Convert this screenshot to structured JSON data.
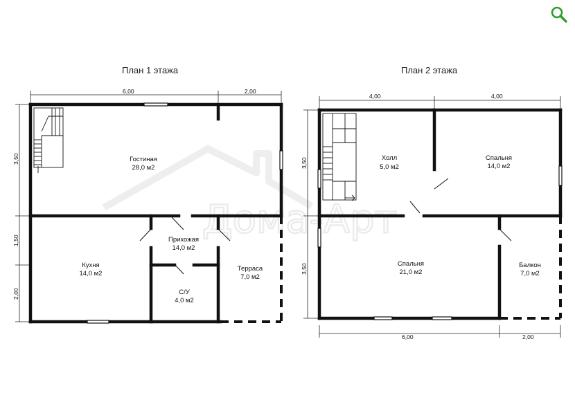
{
  "zoom_icon": "magnifier-icon",
  "accent_color": "#2e9e2e",
  "watermark": "Дома-Арт",
  "plan1": {
    "title": "План 1 этажа",
    "dims": {
      "top_left": "6,00",
      "top_right": "2,00",
      "left_top": "3,50",
      "left_mid": "1,50",
      "left_bot": "2,00"
    },
    "rooms": {
      "living": {
        "name": "Гостиная",
        "area": "28,0 м2"
      },
      "hall": {
        "name": "Прихожая",
        "area": "14,0 м2"
      },
      "kitchen": {
        "name": "Кухня",
        "area": "14,0 м2"
      },
      "bath": {
        "name": "С/У",
        "area": "4,0 м2"
      },
      "terrace": {
        "name": "Терраса",
        "area": "7,0 м2"
      }
    }
  },
  "plan2": {
    "title": "План 2 этажа",
    "dims": {
      "top_left": "4,00",
      "top_right": "4,00",
      "left_top": "3,50",
      "left_bot": "3,50",
      "bottom_left": "6,00",
      "bottom_right": "2,00"
    },
    "rooms": {
      "hall": {
        "name": "Холл",
        "area": "5,0 м2"
      },
      "bedroom_small": {
        "name": "Спальня",
        "area": "14,0 м2"
      },
      "bedroom_large": {
        "name": "Спальня",
        "area": "21,0 м2"
      },
      "balcony": {
        "name": "Балкон",
        "area": "7,0 м2"
      }
    }
  }
}
